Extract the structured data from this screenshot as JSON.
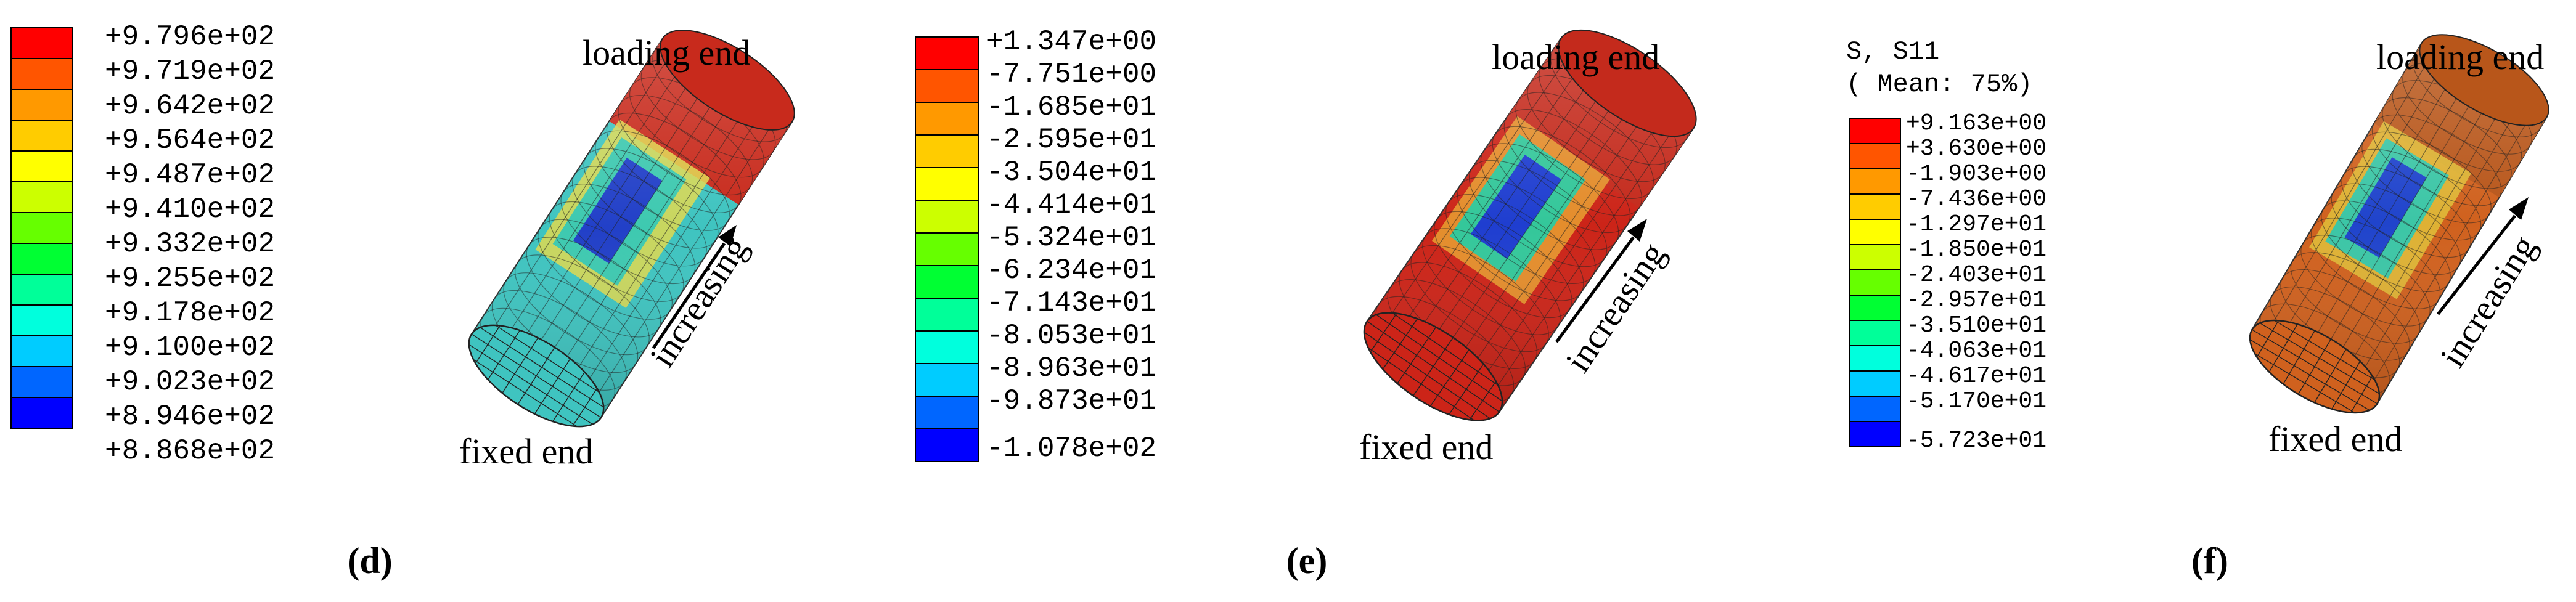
{
  "panels": [
    {
      "id": "d",
      "caption": "d",
      "legend": {
        "title": "",
        "subtitle": "",
        "values": [
          "+9.796e+02",
          "+9.719e+02",
          "+9.642e+02",
          "+9.564e+02",
          "+9.487e+02",
          "+9.410e+02",
          "+9.332e+02",
          "+9.255e+02",
          "+9.178e+02",
          "+9.100e+02",
          "+9.023e+02",
          "+8.946e+02",
          "+8.868e+02"
        ]
      },
      "labels": {
        "loading": "loading end",
        "fixed": "fixed end",
        "arrow": "increasing"
      },
      "colors": {
        "face": "#3fc4c0",
        "cap": "#c82a1c",
        "band": "#e0d94e",
        "inner": "#3ec9b0",
        "core": "#2240c8"
      }
    },
    {
      "id": "e",
      "caption": "e",
      "legend": {
        "title": "",
        "subtitle": "",
        "values": [
          "+1.347e+00",
          "-7.751e+00",
          "-1.685e+01",
          "-2.595e+01",
          "-3.504e+01",
          "-4.414e+01",
          "-5.324e+01",
          "-6.234e+01",
          "-7.143e+01",
          "-8.053e+01",
          "-8.963e+01",
          "-9.873e+01",
          "-1.078e+02"
        ]
      },
      "labels": {
        "loading": "loading end",
        "fixed": "fixed end",
        "arrow": "increasing"
      },
      "colors": {
        "face": "#cc2418",
        "cap": "#c42a1c",
        "band": "#e8a030",
        "inner": "#34c79a",
        "core": "#1f3ed0"
      }
    },
    {
      "id": "f",
      "caption": "f",
      "legend": {
        "title": "S, S11",
        "subtitle": "( Mean: 75%)",
        "values": [
          "+9.163e+00",
          "+3.630e+00",
          "-1.903e+00",
          "-7.436e+00",
          "-1.297e+01",
          "-1.850e+01",
          "-2.403e+01",
          "-2.957e+01",
          "-3.510e+01",
          "-4.063e+01",
          "-4.617e+01",
          "-5.170e+01",
          "-5.723e+01"
        ]
      },
      "labels": {
        "loading": "loading end",
        "fixed": "fixed end",
        "arrow": "increasing"
      },
      "colors": {
        "face": "#d0611e",
        "cap": "#b8561a",
        "band": "#e0c038",
        "inner": "#3cc6a6",
        "core": "#2044cc"
      }
    }
  ],
  "colorbar": [
    "#ff0000",
    "#ff5500",
    "#ff9900",
    "#ffcc00",
    "#ffff00",
    "#ccff00",
    "#66ff00",
    "#00ff33",
    "#00ff99",
    "#00ffdd",
    "#00ccff",
    "#0066ff",
    "#0000ff"
  ]
}
